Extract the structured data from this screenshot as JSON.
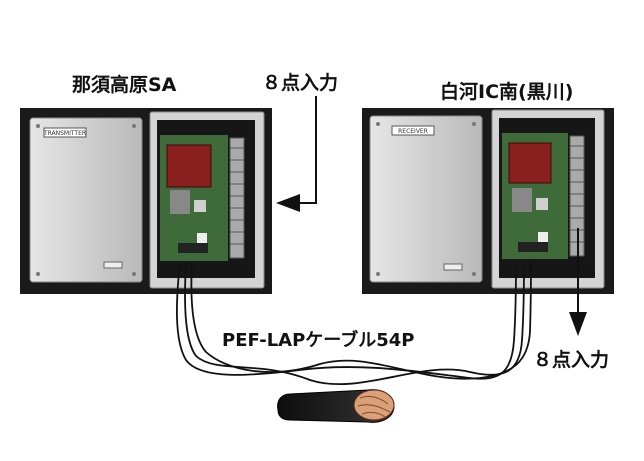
{
  "units": {
    "left": {
      "name": "那須高原SA",
      "panel_tag": "TRANSMITTER",
      "input_label": "８点入力"
    },
    "right": {
      "name": "白河IC南(黒川)",
      "panel_tag": "RECEIVER",
      "output_label": "８点入力"
    }
  },
  "cable": {
    "label": "PEF-LAPケーブル54P"
  },
  "colors": {
    "photo_bg": "#1a1a1a",
    "enclosure": "#cfcfcf",
    "pcb_green": "#3f6b3a",
    "module_red": "#8a1f1f",
    "line": "#111111"
  }
}
